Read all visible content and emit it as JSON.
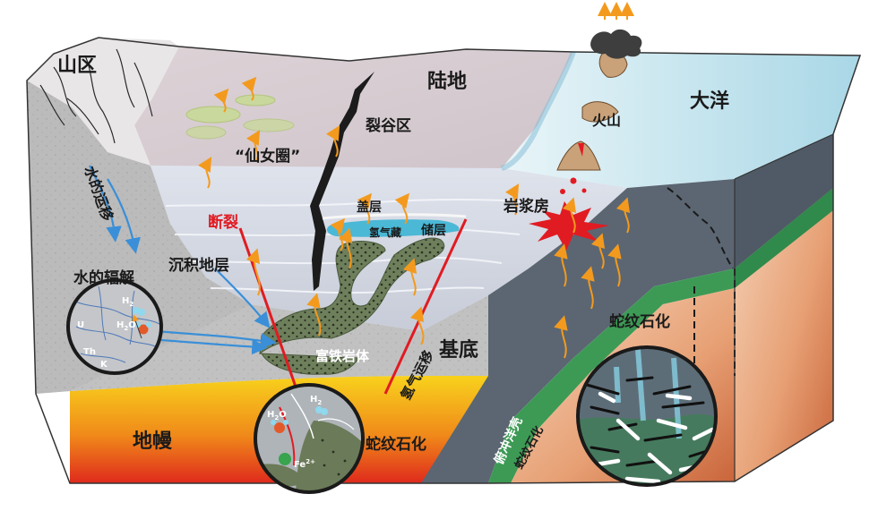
{
  "labels": {
    "mountain": "山区",
    "land": "陆地",
    "ocean": "大洋",
    "volcano": "火山",
    "fairy_circle": "“仙女圈”",
    "rift_zone": "裂谷区",
    "water_migration": "水的运移",
    "fault": "断裂",
    "cap_layer": "盖层",
    "hydrogen_reservoir": "氢气藏",
    "reservoir_layer": "储层",
    "magma_chamber": "岩浆房",
    "sedimentary_strata": "沉积地层",
    "radiolysis": "水的辐解",
    "basement": "基底",
    "iron_rich_rock": "富铁岩体",
    "hydrogen_migration": "氢气运移",
    "mantle": "地幔",
    "serpentinization_left": "蛇纹石化",
    "serpentinization_right": "蛇纹石化",
    "obducted_crust": "俯冲洋壳",
    "serpentinization_slab": "蛇纹石化"
  },
  "inset_left": {
    "h2": "H",
    "h2_sub": "2",
    "h2o_h": "H",
    "h2o_sub": "2",
    "h2o_o": "O",
    "u": "U",
    "th": "Th",
    "k": "K"
  },
  "inset_bottom": {
    "h2": "H",
    "h2_sub": "2",
    "h2o_h": "H",
    "h2o_sub": "2",
    "h2o_o": "O",
    "fe": "Fe",
    "fe_sup": "2+"
  },
  "colors": {
    "mantle_top": "#f6c21a",
    "mantle_bottom": "#e0301c",
    "sediment": "#d8dde8",
    "land_surface": "#d9cfd4",
    "ocean": "#bfe0ec",
    "iron_rock": "#6f7f5f",
    "crust": "#4a5560",
    "serpentine_band": "#3d9a55",
    "magma": "#e11b22",
    "migration_arrow": "#f39a1e",
    "water_arrow": "#3a8fd8"
  }
}
